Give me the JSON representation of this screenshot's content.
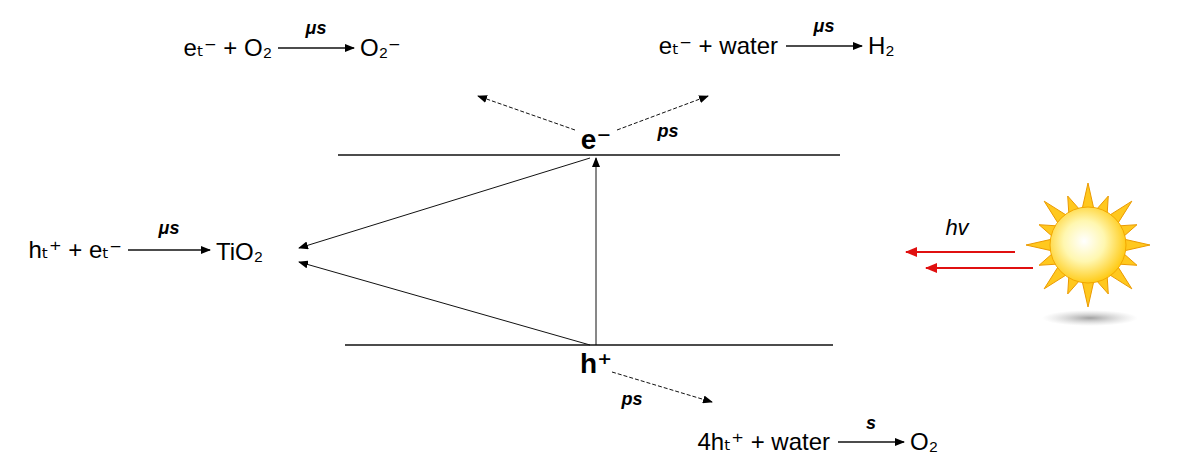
{
  "diagram": {
    "nodes": [
      {
        "text": [
          "e⁻",
          "h⁺"
        ]
      }
    ],
    "labels": [
      "eₜ⁻ + O₂",
      "μs",
      "O₂⁻",
      "eₜ⁻ + water",
      "μs",
      "H₂",
      "hₜ⁺ + eₜ⁻",
      "μs",
      "TiO₂",
      "ps",
      "ps",
      "4hₜ⁺ + water",
      "s",
      "O₂",
      "hv"
    ]
  }
}
